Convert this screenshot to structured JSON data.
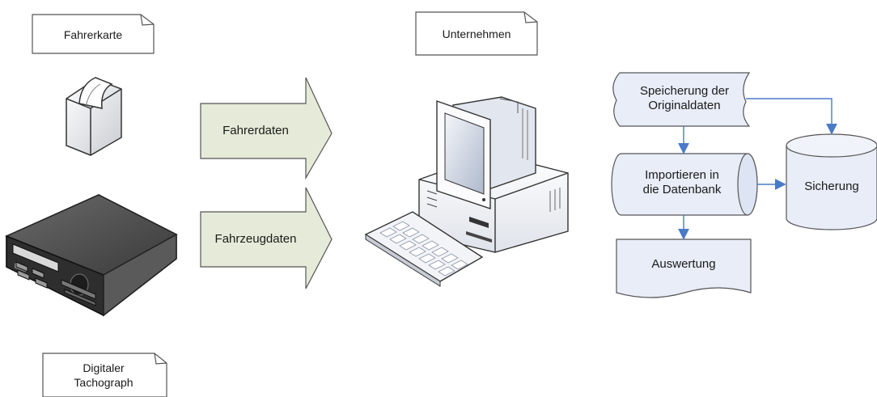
{
  "notes": {
    "fahrerkarte": "Fahrerkarte",
    "unternehmen": "Unternehmen",
    "tacho_line1": "Digitaler",
    "tacho_line2": "Tachograph"
  },
  "arrows": {
    "fahrerdaten": "Fahrerdaten",
    "fahrzeugdaten": "Fahrzeugdaten"
  },
  "flow": {
    "speicherung_line1": "Speicherung der",
    "speicherung_line2": "Originaldaten",
    "import_line1": "Importieren in",
    "import_line2": "die Datenbank",
    "auswertung": "Auswertung",
    "sicherung": "Sicherung"
  },
  "colors": {
    "arrow_fill": "#e6ead8",
    "flow_fill": "#e8edf8",
    "connector": "#4a7ac8",
    "outline": "#555555"
  }
}
